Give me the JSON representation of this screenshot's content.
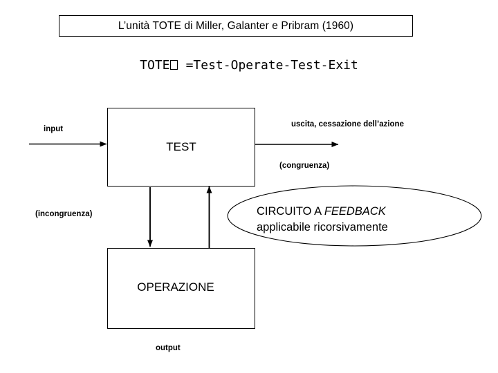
{
  "title": {
    "text": "L’unità TOTE di Miller, Galanter e Pribram (1960)"
  },
  "subtitle": {
    "prefix": "TOTE",
    "missing_glyph": "tofu-box",
    "suffix": " =Test-Operate-Test-Exit"
  },
  "diagram": {
    "boxes": [
      {
        "name": "test",
        "label": "TEST"
      },
      {
        "name": "operazione",
        "label": "OPERAZIONE"
      }
    ],
    "labels": {
      "input": "input",
      "uscita": "uscita, cessazione dell’azione",
      "congruenza": "(congruenza)",
      "incongruenza": "(incongruenza)",
      "output": "output"
    },
    "callout": {
      "line1_plain": "CIRCUITO A ",
      "line1_italic": "FEEDBACK",
      "line2": "applicabile ricorsivamente"
    },
    "arrows": [
      {
        "name": "input-arrow",
        "direction": "right"
      },
      {
        "name": "exit-arrow",
        "direction": "right"
      },
      {
        "name": "test-to-operazione-arrow",
        "direction": "down"
      },
      {
        "name": "operazione-to-test-arrow",
        "direction": "up"
      }
    ]
  },
  "colors": {
    "stroke": "#000000",
    "background": "#ffffff"
  }
}
